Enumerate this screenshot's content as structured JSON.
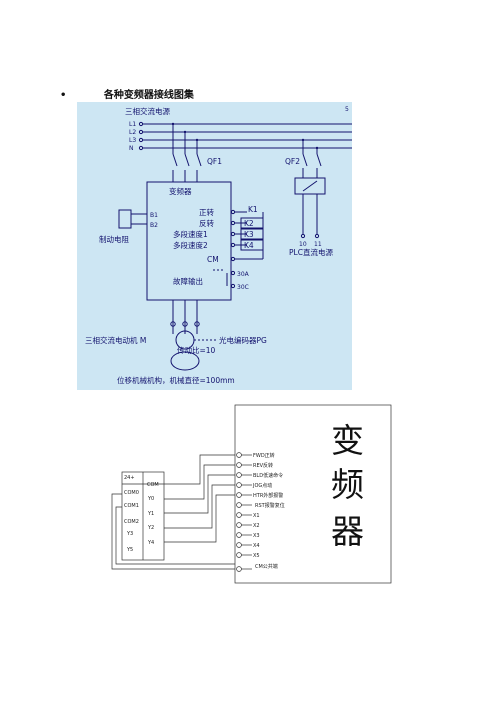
{
  "heading": {
    "bullet": "•",
    "title": "各种变频器接线图集"
  },
  "diagram1": {
    "corner_mark": "5",
    "supply_title": "三相交流电源",
    "lines": [
      "L1",
      "L2",
      "L3",
      "N"
    ],
    "qf1": "QF1",
    "qf2": "QF2",
    "inverter": "变频器",
    "b1": "B1",
    "b2": "B2",
    "brake_resistor": "制动电阻",
    "terminals": [
      "正转",
      "反转",
      "多段速度1",
      "多段速度2",
      "CM"
    ],
    "k_labels": [
      "K1",
      "K2",
      "K3",
      "K4"
    ],
    "fault_output": "故障输出",
    "relay_a": "30A",
    "relay_c": "30C",
    "plc_pins": [
      "10",
      "11"
    ],
    "plc_supply": "PLC直流电源",
    "motor": "三相交流电动机 M",
    "encoder": "光电编码器PG",
    "ratio": "传动比=10",
    "mechanism": "位移机械机构，机械直径=100mm"
  },
  "diagram2": {
    "big_text": [
      "变",
      "频",
      "器"
    ],
    "plc_left": [
      "24+",
      "COM0",
      "COM1",
      "COM2",
      "Y3",
      "Y5"
    ],
    "plc_right": [
      "COM",
      "Y0",
      "Y1",
      "Y2",
      "Y4"
    ],
    "inverter_terminals": [
      "FWD正转",
      "REV反转",
      "BLD低速命令",
      "JOG点动",
      "HTR外部报警",
      "RST报警复位",
      "X1",
      "X2",
      "X3",
      "X4",
      "X5",
      "CM公共端"
    ]
  }
}
